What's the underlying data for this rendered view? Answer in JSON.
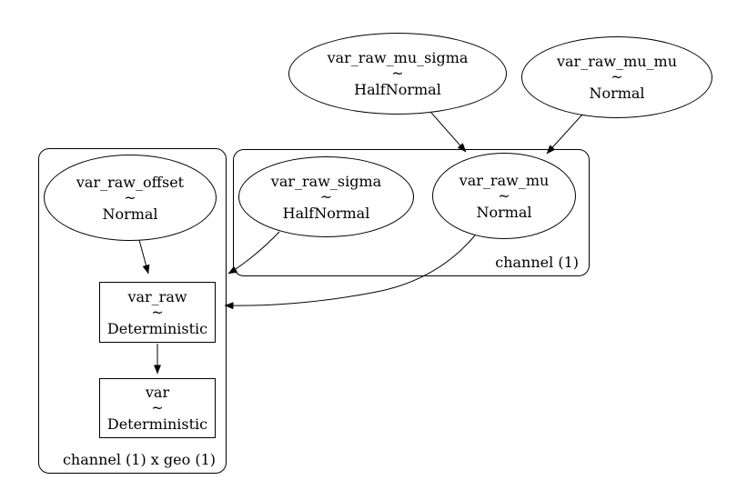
{
  "diagram": {
    "background_color": "#ffffff",
    "stroke_color": "#000000",
    "nodes": {
      "var_raw_mu_sigma": {
        "name": "var_raw_mu_sigma",
        "relation": "~",
        "distribution": "HalfNormal",
        "shape": "ellipse"
      },
      "var_raw_mu_mu": {
        "name": "var_raw_mu_mu",
        "relation": "~",
        "distribution": "Normal",
        "shape": "ellipse"
      },
      "var_raw_offset": {
        "name": "var_raw_offset",
        "relation": "~",
        "distribution": "Normal",
        "shape": "ellipse"
      },
      "var_raw_sigma": {
        "name": "var_raw_sigma",
        "relation": "~",
        "distribution": "HalfNormal",
        "shape": "ellipse"
      },
      "var_raw_mu": {
        "name": "var_raw_mu",
        "relation": "~",
        "distribution": "Normal",
        "shape": "ellipse"
      },
      "var_raw": {
        "name": "var_raw",
        "relation": "~",
        "distribution": "Deterministic",
        "shape": "rect"
      },
      "var": {
        "name": "var",
        "relation": "~",
        "distribution": "Deterministic",
        "shape": "rect"
      }
    },
    "plates": {
      "channel": {
        "label": "channel (1)"
      },
      "channel_geo": {
        "label": "channel (1) x geo (1)"
      }
    },
    "edges": [
      {
        "from": "var_raw_mu_sigma",
        "to": "var_raw_mu"
      },
      {
        "from": "var_raw_mu_mu",
        "to": "var_raw_mu"
      },
      {
        "from": "var_raw_offset",
        "to": "var_raw"
      },
      {
        "from": "var_raw_sigma",
        "to": "var_raw"
      },
      {
        "from": "var_raw_mu",
        "to": "var_raw"
      },
      {
        "from": "var_raw",
        "to": "var"
      }
    ]
  }
}
